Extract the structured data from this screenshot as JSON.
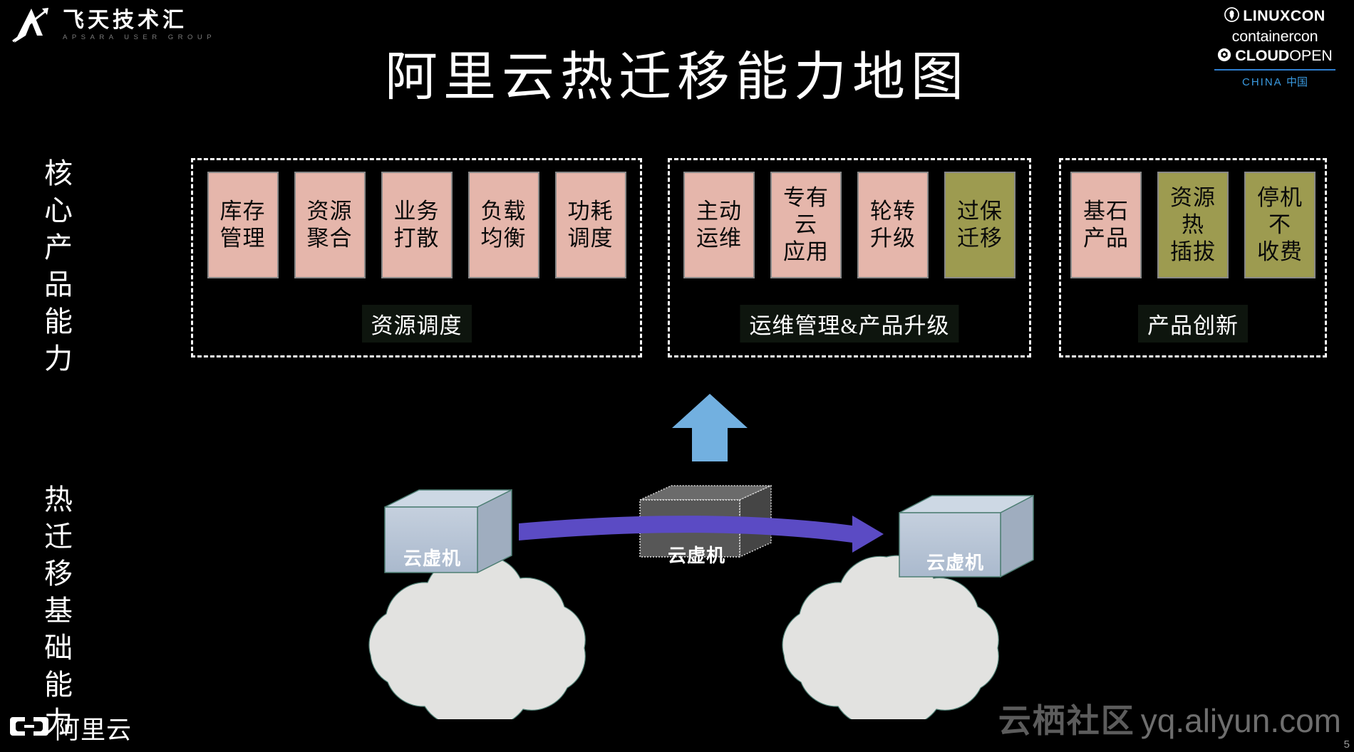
{
  "brand": {
    "logo_icon": "apsara-mountain-icon",
    "name_cn": "飞天技术汇",
    "name_en": "APSARA USER GROUP"
  },
  "conference": {
    "line1": "LINUXCON",
    "line1_icon": "linux-penguin-icon",
    "line2": "containercon",
    "line3_bold": "CLOUD",
    "line3_light": "OPEN",
    "line3_icon": "cloudopen-hex-icon",
    "region_en": "CHINA",
    "region_cn": "中国",
    "accent_color": "#3a9ae0"
  },
  "title": "阿里云热迁移能力地图",
  "axis_labels": {
    "core": "核心产品能力",
    "base": "热迁移基础能力"
  },
  "colors": {
    "pink": "#e5b6ab",
    "olive": "#9d9b50",
    "tag_bg": "#0e150e",
    "arrow_blue": "#72b0e0",
    "migration_arrow": "#5b4bc4",
    "cloud": "#e2e2e0",
    "vm_face": "#b6c3d4",
    "ghost": "#555555"
  },
  "groups": [
    {
      "tag": "资源调度",
      "boxes": [
        {
          "label": "库存\n管理",
          "color": "pink"
        },
        {
          "label": "资源\n聚合",
          "color": "pink"
        },
        {
          "label": "业务\n打散",
          "color": "pink"
        },
        {
          "label": "负载\n均衡",
          "color": "pink"
        },
        {
          "label": "功耗\n调度",
          "color": "pink"
        }
      ]
    },
    {
      "tag": "运维管理&产品升级",
      "boxes": [
        {
          "label": "主动\n运维",
          "color": "pink"
        },
        {
          "label": "专有\n云\n应用",
          "color": "pink"
        },
        {
          "label": "轮转\n升级",
          "color": "pink"
        },
        {
          "label": "过保\n迁移",
          "color": "olive"
        }
      ]
    },
    {
      "tag": "产品创新",
      "boxes": [
        {
          "label": "基石\n产品",
          "color": "pink"
        },
        {
          "label": "资源\n热\n插拔",
          "color": "olive"
        },
        {
          "label": "停机\n不\n收费",
          "color": "olive"
        }
      ]
    }
  ],
  "migration": {
    "source_vm": "云虚机",
    "ghost_vm": "云虚机",
    "target_vm": "云虚机",
    "arrow_icon": "migration-arrow-right-icon",
    "up_arrow_icon": "arrow-up-icon"
  },
  "footer": {
    "aliyun_icon": "aliyun-logo-icon",
    "aliyun_name": "阿里云",
    "watermark_cn": "云栖社区",
    "watermark_url": "yq.aliyun.com",
    "page_number": "5"
  }
}
